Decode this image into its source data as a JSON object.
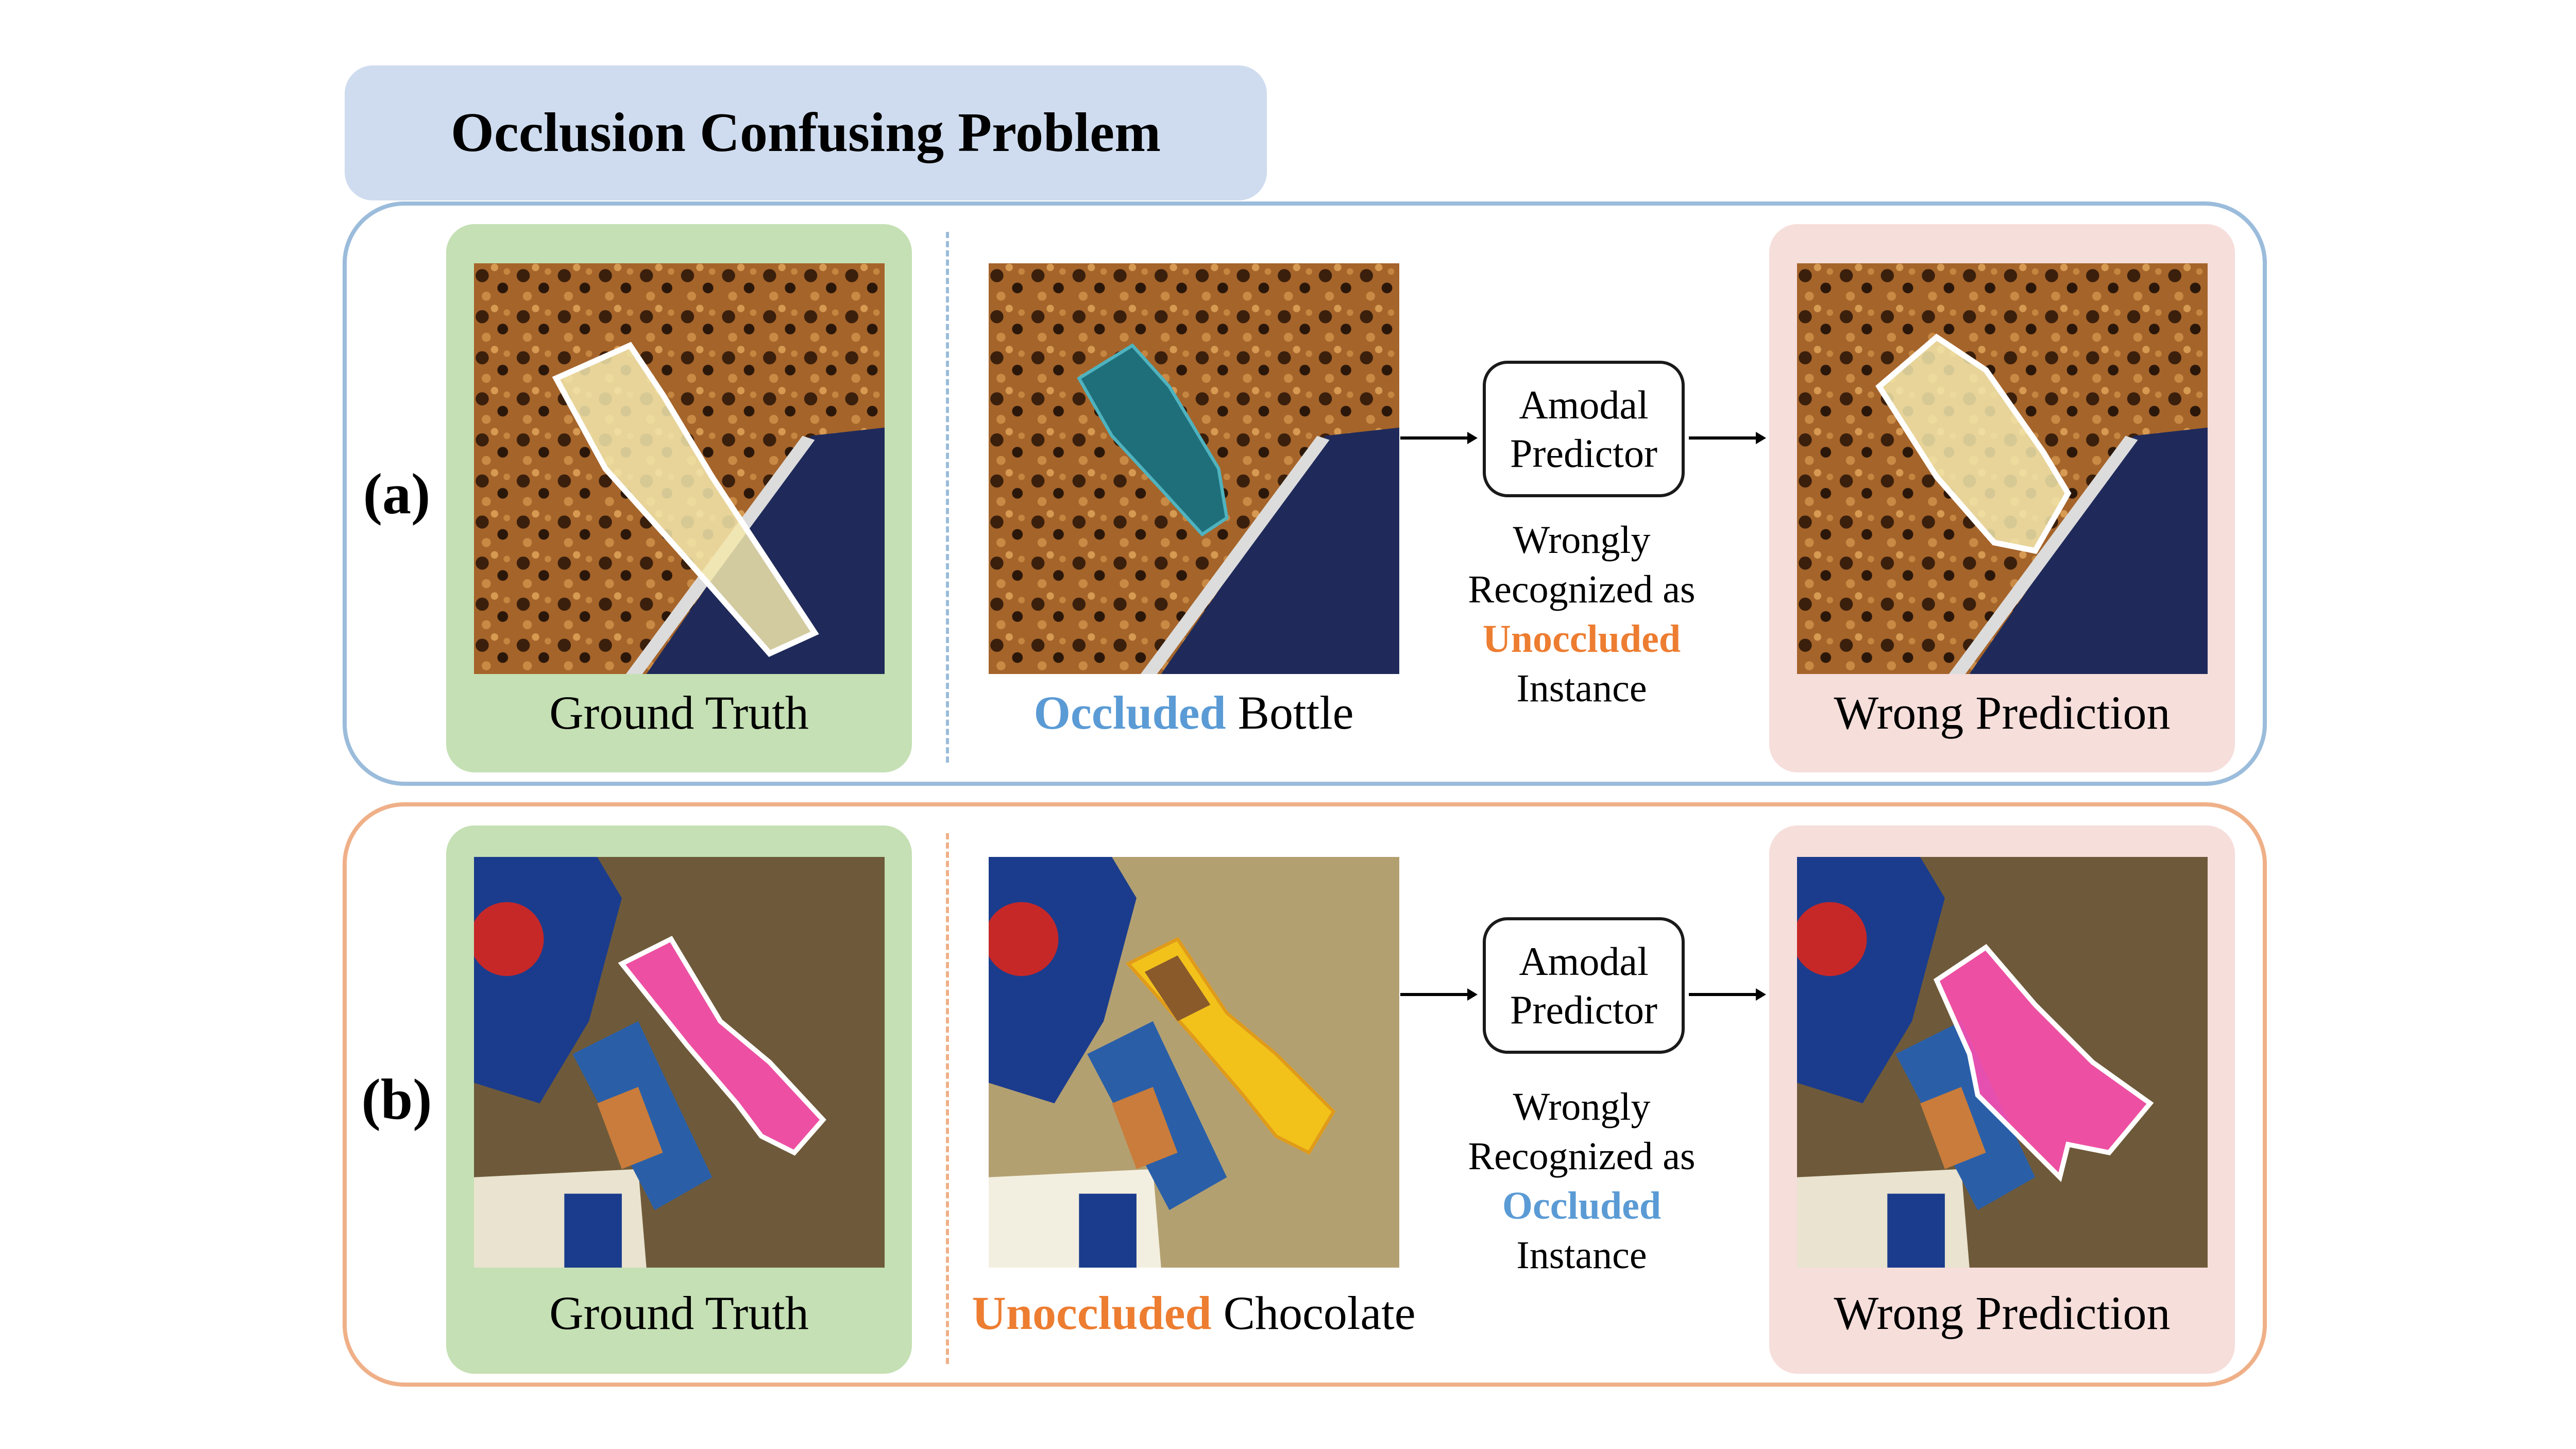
{
  "title": "Occlusion Confusing Problem",
  "rows": [
    {
      "label": "(a)",
      "gt_caption": "Ground Truth",
      "input_caption_keyword": "Occluded",
      "input_caption_rest": " Bottle",
      "predictor": {
        "line1": "Amodal",
        "line2": "Predictor"
      },
      "note": {
        "line1": "Wrongly",
        "line2": "Recognized as",
        "keyword": "Unoccluded",
        "line4": "Instance"
      },
      "pred_caption": "Wrong Prediction"
    },
    {
      "label": "(b)",
      "gt_caption": "Ground Truth",
      "input_caption_keyword": "Unoccluded",
      "input_caption_rest": " Chocolate",
      "predictor": {
        "line1": "Amodal",
        "line2": "Predictor"
      },
      "note": {
        "line1": "Wrongly",
        "line2": "Recognized as",
        "keyword": "Occluded",
        "line4": "Instance"
      },
      "pred_caption": "Wrong Prediction"
    }
  ],
  "colors": {
    "title_bg": "#cfdcef",
    "row_a_border": "#9bbcdb",
    "row_b_border": "#efb088",
    "gt_panel": "#c5e0b4",
    "pred_panel": "#f6dedb",
    "keyword_blue": "#5b9bd5",
    "keyword_orange": "#ed7d31"
  }
}
